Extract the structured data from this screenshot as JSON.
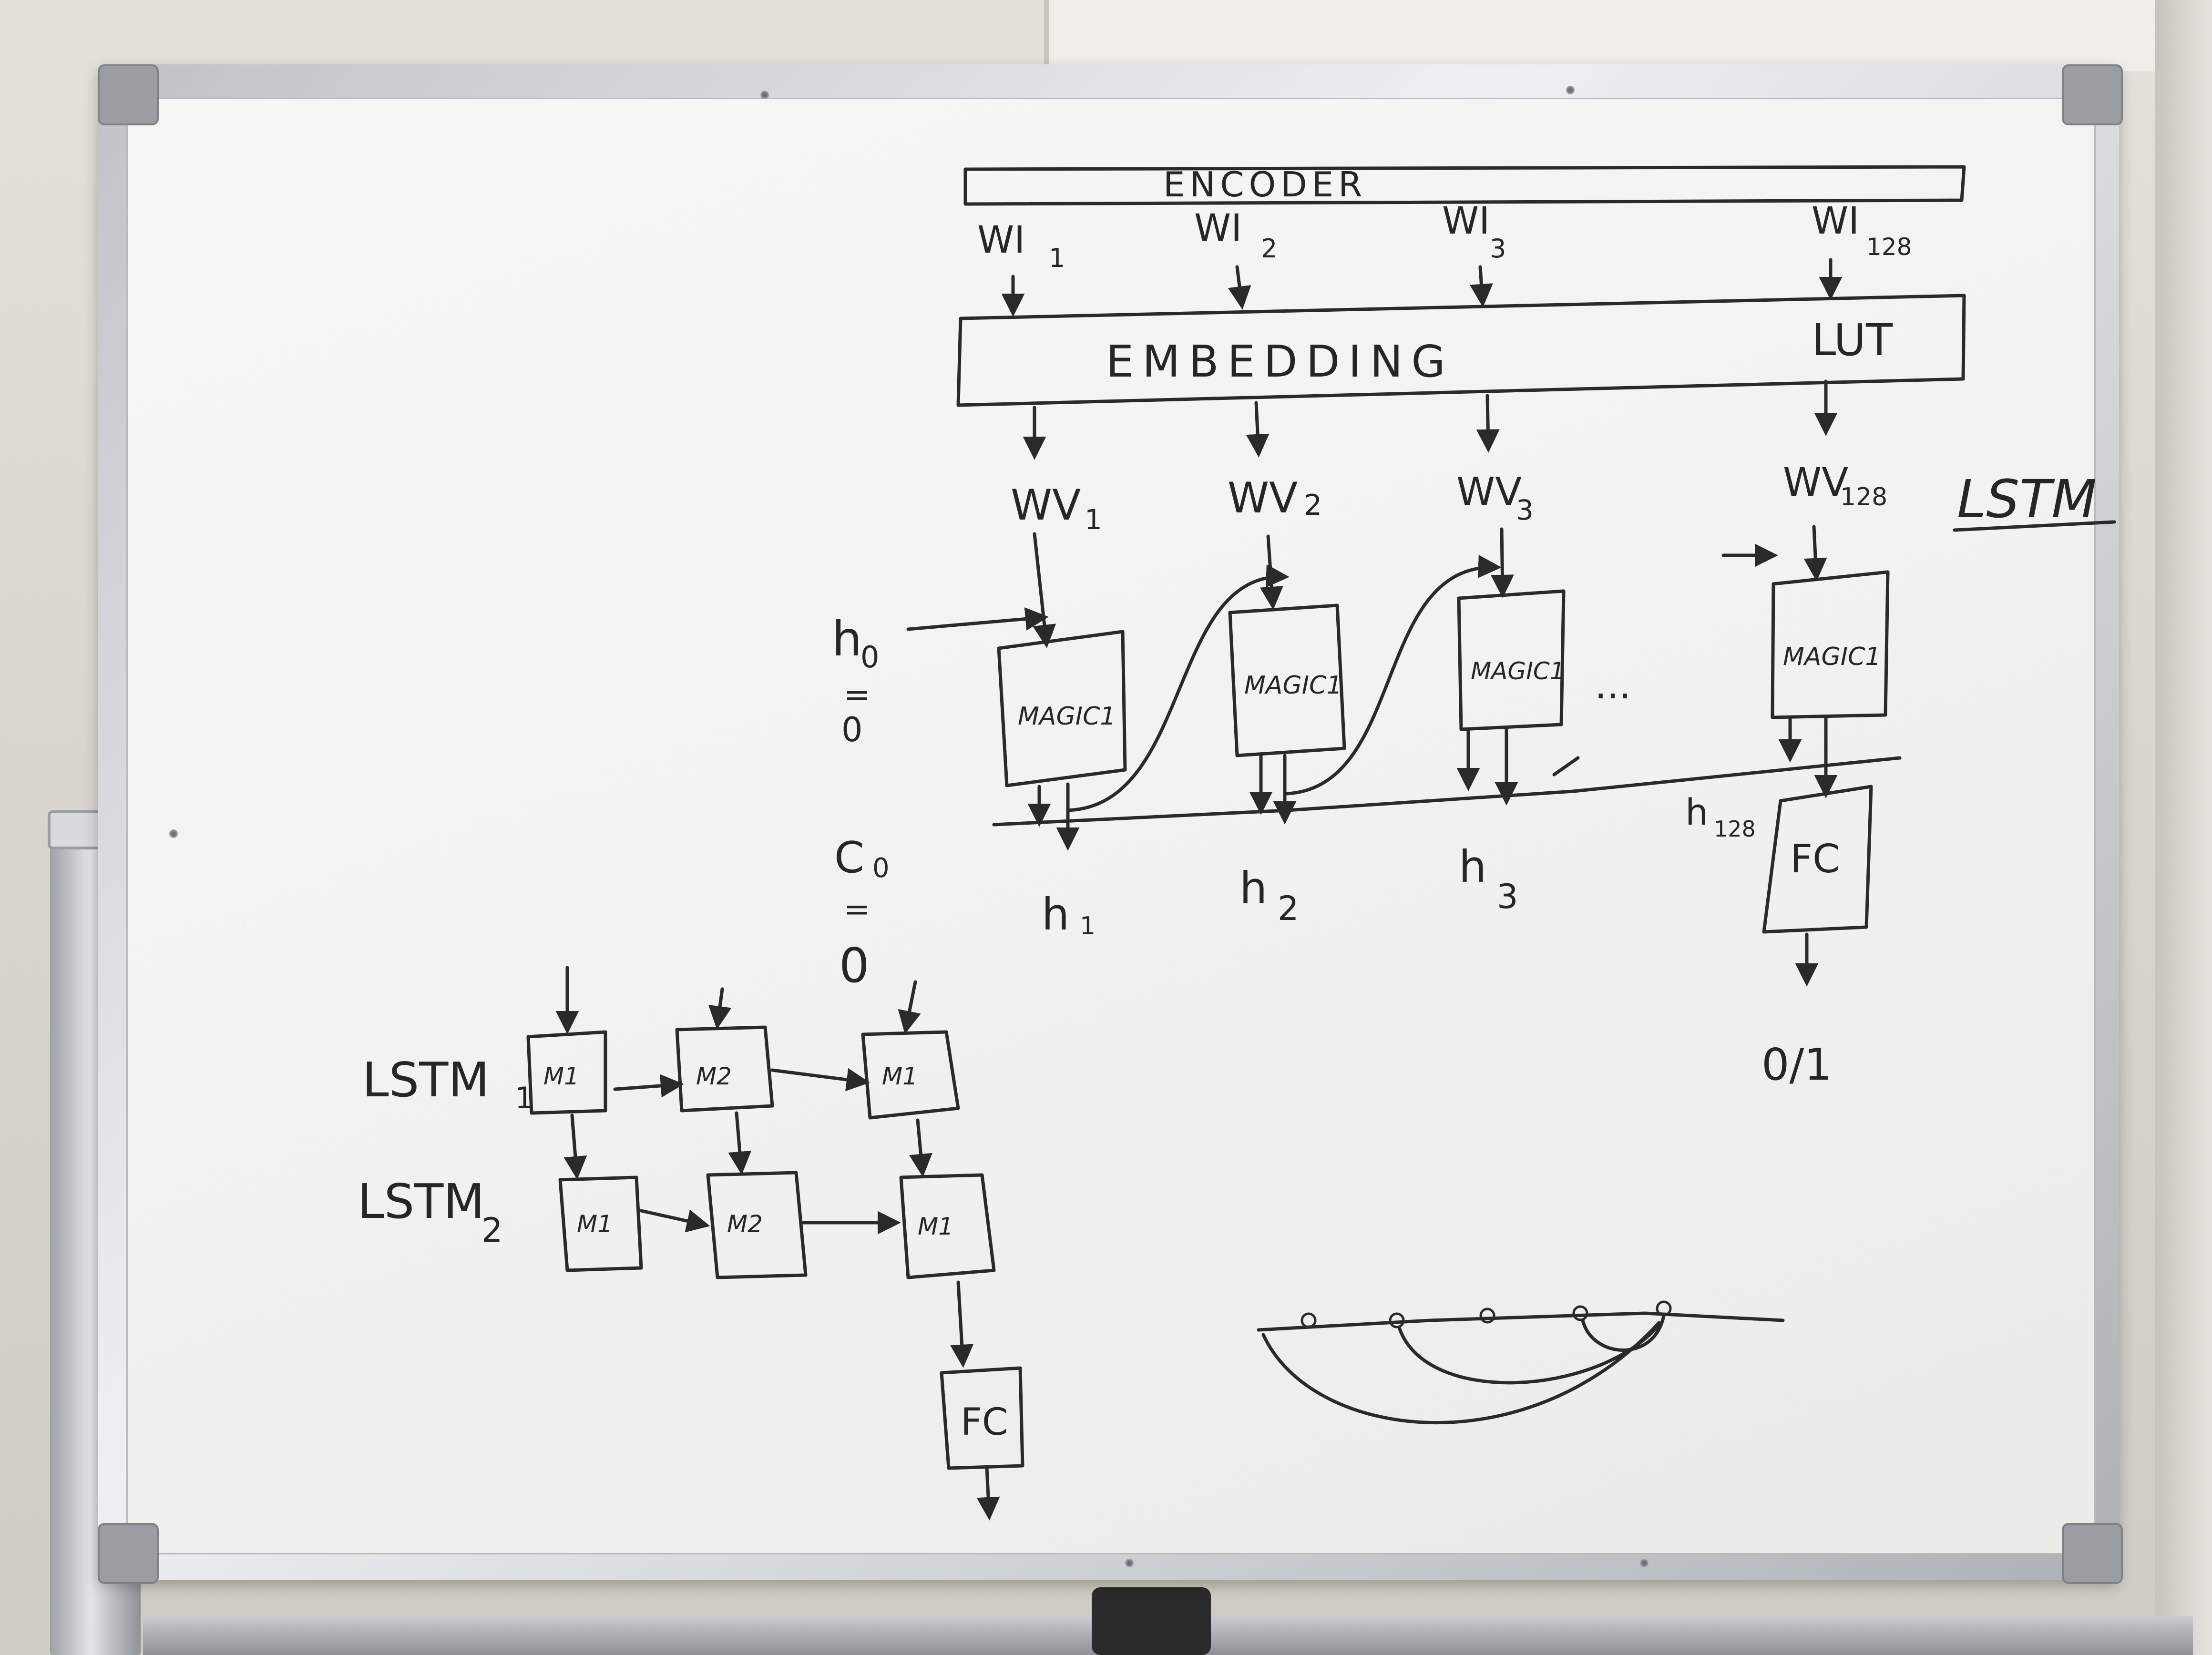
{
  "encoder": {
    "title": "ENCODER",
    "inputs": [
      {
        "label": "WI",
        "sub": "1"
      },
      {
        "label": "WI",
        "sub": "2"
      },
      {
        "label": "WI",
        "sub": "3"
      },
      {
        "label": "WI",
        "sub": "128"
      }
    ]
  },
  "embedding": {
    "label": "EMBEDDING",
    "lut_label": "LUT",
    "outputs": [
      {
        "label": "WV",
        "sub": "1"
      },
      {
        "label": "WV",
        "sub": "2"
      },
      {
        "label": "WV",
        "sub": "3"
      },
      {
        "label": "WV",
        "sub": "128"
      }
    ]
  },
  "lstm": {
    "title": "LSTM",
    "h0": {
      "label": "h",
      "sub": "0",
      "eq": "=",
      "value": "0"
    },
    "c0": {
      "label": "C",
      "sub": "0",
      "eq": "=",
      "value": "0"
    },
    "cells": [
      "MAGIC1",
      "MAGIC1",
      "MAGIC1",
      "MAGIC1"
    ],
    "ellipsis": "...",
    "hidden": [
      {
        "label": "h",
        "sub": "1"
      },
      {
        "label": "h",
        "sub": "2"
      },
      {
        "label": "h",
        "sub": "3"
      },
      {
        "label": "h",
        "sub": "128"
      }
    ],
    "fc": "FC",
    "output": "0/1"
  },
  "stacked": {
    "rows": [
      {
        "label": "LSTM",
        "sub": "1",
        "cells": [
          "M1",
          "M2",
          "M1"
        ]
      },
      {
        "label": "LSTM",
        "sub": "2",
        "cells": [
          "M1",
          "M2",
          "M1"
        ]
      }
    ],
    "fc": "FC"
  }
}
